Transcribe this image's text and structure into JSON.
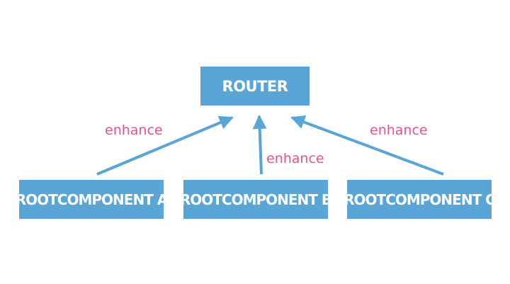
{
  "diagram": {
    "nodes": {
      "router": "ROUTER",
      "component_a": "ROOTCOMPONENT A",
      "component_b": "ROOTCOMPONENT B",
      "component_c": "ROOTCOMPONENT C"
    },
    "edges": [
      {
        "from": "component_a",
        "to": "router",
        "label": "enhance"
      },
      {
        "from": "component_b",
        "to": "router",
        "label": "enhance"
      },
      {
        "from": "component_c",
        "to": "router",
        "label": "enhance"
      }
    ]
  },
  "colors": {
    "node_fill": "#58a5d6",
    "node_text": "#ffffff",
    "arrow": "#58a5d6",
    "label": "#e2568a"
  }
}
